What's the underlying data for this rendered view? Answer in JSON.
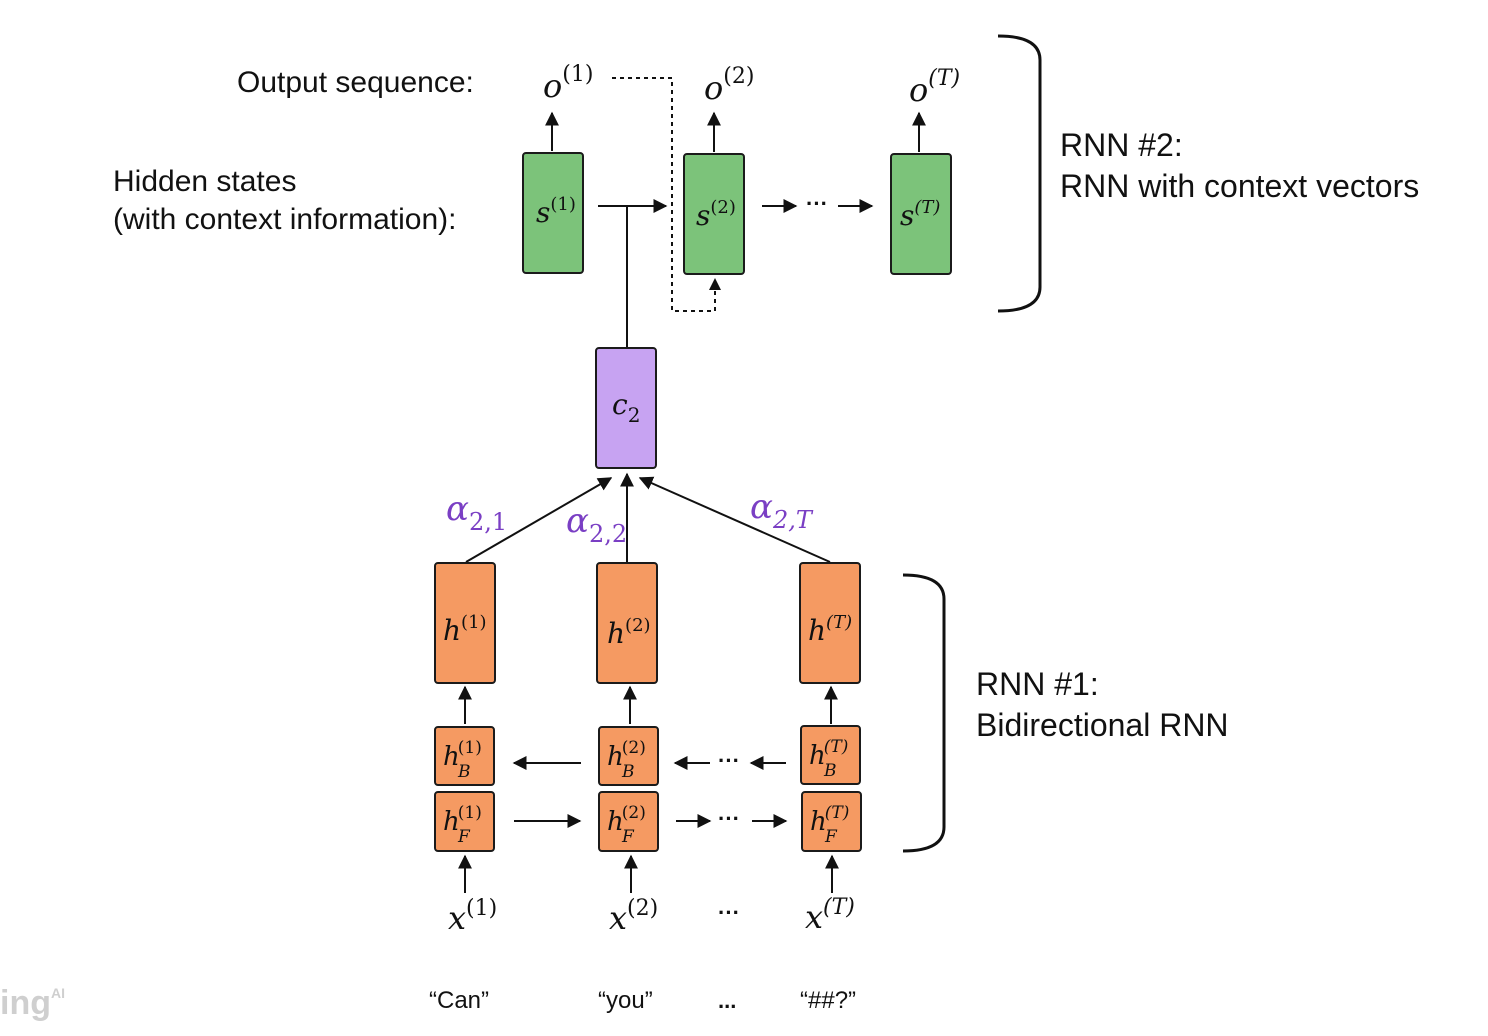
{
  "labels": {
    "output_sequence": "Output sequence:",
    "hidden_states_1": "Hidden states",
    "hidden_states_2": "(with context information):",
    "rnn2_title": "RNN #2:",
    "rnn2_subtitle": "RNN with context vectors",
    "rnn1_title": "RNN #1:",
    "rnn1_subtitle": "Bidirectional RNN"
  },
  "symbols": {
    "o": "o",
    "s": "s",
    "h": "h",
    "x": "x",
    "c": "c",
    "c_sub": "2",
    "alpha": "α",
    "B": "B",
    "F": "F",
    "sup_1": "(1)",
    "sup_2": "(2)",
    "sup_T": "(T)",
    "ellipsis": "···",
    "alpha_sub_1": "2,1",
    "alpha_sub_2": "2,2",
    "alpha_sub_T": "2,T"
  },
  "words": [
    "“Can”",
    "“you”",
    "...",
    "“##?”"
  ],
  "watermark": {
    "text": "ing",
    "sup": "AI"
  },
  "colors": {
    "green": "#7cc37a",
    "purple": "#c7a3f2",
    "orange": "#f59a62",
    "alpha_text": "#7a3fc4"
  }
}
